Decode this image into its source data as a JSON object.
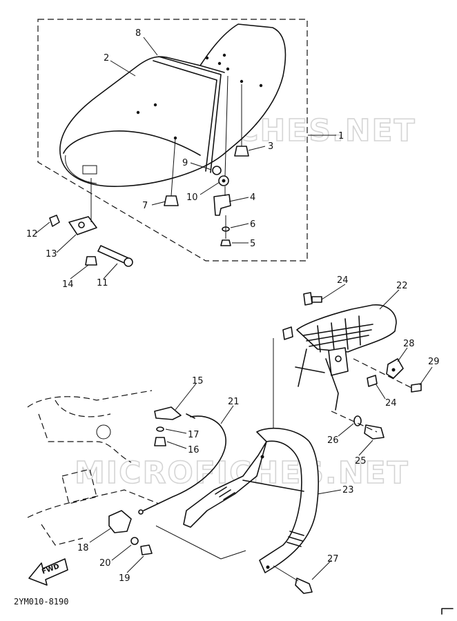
{
  "diagram": {
    "drawing_code": "2YM010-8190",
    "watermark_text": "MICROFICHES.NET",
    "fwd_label": "FWD",
    "callouts": {
      "1": "1",
      "2": "2",
      "3": "3",
      "4": "4",
      "5": "5",
      "6": "6",
      "7": "7",
      "8": "8",
      "9": "9",
      "10": "10",
      "11": "11",
      "12": "12",
      "13": "13",
      "14": "14",
      "15": "15",
      "16": "16",
      "17": "17",
      "18": "18",
      "19": "19",
      "20": "20",
      "21": "21",
      "22": "22",
      "23": "23",
      "24a": "24",
      "24b": "24",
      "25": "25",
      "26": "26",
      "27": "27",
      "28": "28",
      "29": "29"
    }
  }
}
